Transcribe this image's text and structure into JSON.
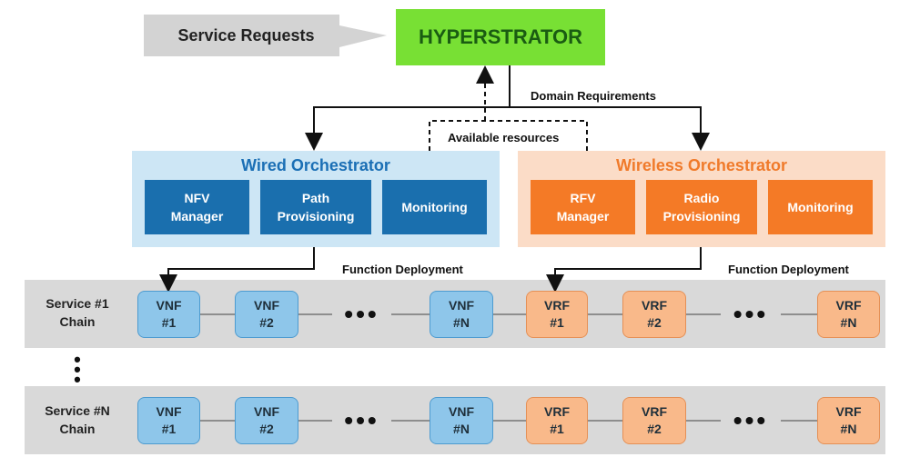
{
  "service_requests": "Service  Requests",
  "hyperstrator": "HYPERSTRATOR",
  "domain_requirements": "Domain Requirements",
  "available_resources": "Available resources",
  "wired": {
    "title": "Wired Orchestrator",
    "nfv_manager": "NFV\nManager",
    "path_provisioning": "Path\nProvisioning",
    "monitoring": "Monitoring"
  },
  "wireless": {
    "title": "Wireless Orchestrator",
    "rfv_manager": "RFV\nManager",
    "radio_provisioning": "Radio\nProvisioning",
    "monitoring": "Monitoring"
  },
  "function_deployment_left": "Function Deployment",
  "function_deployment_right": "Function Deployment",
  "chain1": {
    "label": "Service #1\nChain",
    "vnf1": "VNF\n#1",
    "vnf2": "VNF\n#2",
    "vnfn": "VNF\n#N",
    "vrf1": "VRF\n#1",
    "vrf2": "VRF\n#2",
    "vrfn": "VRF\n#N"
  },
  "chainN": {
    "label": "Service #N\nChain",
    "vnf1": "VNF\n#1",
    "vnf2": "VNF\n#2",
    "vnfn": "VNF\n#N",
    "vrf1": "VRF\n#1",
    "vrf2": "VRF\n#2",
    "vrfn": "VRF\n#N"
  },
  "ellipsis_h": "•••",
  "ellipsis_v": "•\n•\n•"
}
